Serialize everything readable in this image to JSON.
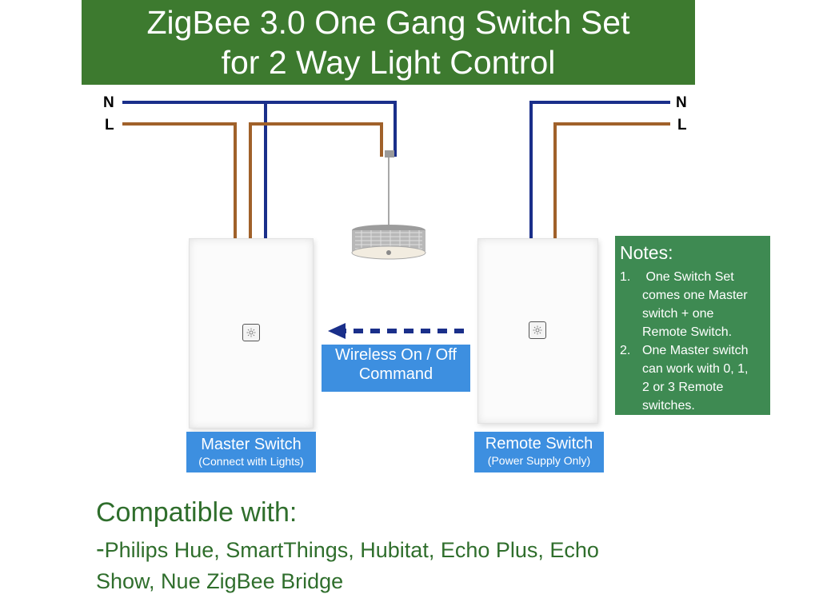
{
  "title": {
    "line1": "ZigBee 3.0 One Gang Switch Set",
    "line2": "for 2 Way Light Control"
  },
  "wire_labels": {
    "left_neutral": "N",
    "left_live": "L",
    "right_neutral": "N",
    "right_live": "L"
  },
  "colors": {
    "banner_green": "#3d7a2f",
    "neutral_wire": "#1a2f8a",
    "live_wire": "#a0612a",
    "label_blue": "#3d8fe0",
    "notes_green": "#3e8a52",
    "compat_text": "#2f6e2c"
  },
  "master_switch": {
    "label": "Master Switch",
    "sublabel": "(Connect with Lights)",
    "button_icon": "light-icon"
  },
  "remote_switch": {
    "label": "Remote Switch",
    "sublabel": "(Power Supply Only)",
    "button_icon": "light-icon"
  },
  "command": {
    "line1": "Wireless On / Off",
    "line2": "Command",
    "arrow_icon": "dashed-arrow-left-icon"
  },
  "notes": {
    "title": "Notes:",
    "items": [
      {
        "number": "1.",
        "lines": [
          " One Switch Set",
          "comes one Master",
          "switch + one",
          "Remote Switch."
        ]
      },
      {
        "number": "2.",
        "lines": [
          "One Master switch",
          "can work with 0, 1,",
          "2 or 3 Remote",
          "switches."
        ]
      }
    ]
  },
  "compatible": {
    "heading": "Compatible with:",
    "dash": "-",
    "line1": "Philips Hue, SmartThings, Hubitat, Echo Plus, Echo",
    "line2": "Show, Nue ZigBee Bridge"
  }
}
